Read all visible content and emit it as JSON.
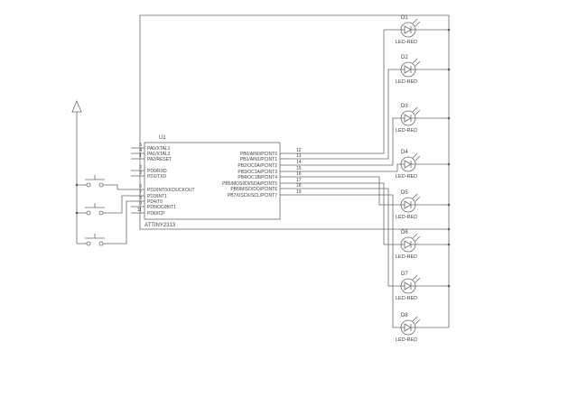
{
  "schematic": {
    "ic": {
      "ref": "U1",
      "part": "ATTINY2313",
      "left_pins": [
        {
          "num": "5",
          "label": "PA0/XTAL1"
        },
        {
          "num": "4",
          "label": "PA1/XTAL2"
        },
        {
          "num": "1",
          "label": "PA2/RESET"
        },
        {
          "num": "2",
          "label": "PD0/RXD"
        },
        {
          "num": "3",
          "label": "PD1/TXD"
        },
        {
          "num": "6",
          "label": "PD2/INT0/XCK/CKOUT"
        },
        {
          "num": "7",
          "label": "PD3/INT1"
        },
        {
          "num": "8",
          "label": "PD4/T0"
        },
        {
          "num": "9",
          "label": "PD5/OC0B/T1"
        },
        {
          "num": "11",
          "label": "PD6/ICP"
        }
      ],
      "right_pins": [
        {
          "num": "12",
          "label": "PB0/AIN0/PCINT0"
        },
        {
          "num": "13",
          "label": "PB1/AIN1/PCINT1"
        },
        {
          "num": "14",
          "label": "PB2/OC0A/PCINT2"
        },
        {
          "num": "15",
          "label": "PB3/OC1A/PCINT3"
        },
        {
          "num": "16",
          "label": "PB4/OC1B/PCINT4"
        },
        {
          "num": "17",
          "label": "PB5/MOSI/DI/SDA/PCINT5"
        },
        {
          "num": "18",
          "label": "PB6/MISO/DO/PCINT6"
        },
        {
          "num": "19",
          "label": "PB7/USCK/SCL/PCINT7"
        }
      ]
    },
    "leds": [
      {
        "ref": "D1",
        "type": "LED-RED"
      },
      {
        "ref": "D2",
        "type": "LED-RED"
      },
      {
        "ref": "D3",
        "type": "LED-RED"
      },
      {
        "ref": "D4",
        "type": "LED-RED"
      },
      {
        "ref": "D5",
        "type": "LED-RED"
      },
      {
        "ref": "D6",
        "type": "LED-RED"
      },
      {
        "ref": "D7",
        "type": "LED-RED"
      },
      {
        "ref": "D8",
        "type": "LED-RED"
      }
    ]
  },
  "colors": {
    "wire": "#6a6a6a",
    "text": "#3f3f3f",
    "background": "#ffffff"
  }
}
